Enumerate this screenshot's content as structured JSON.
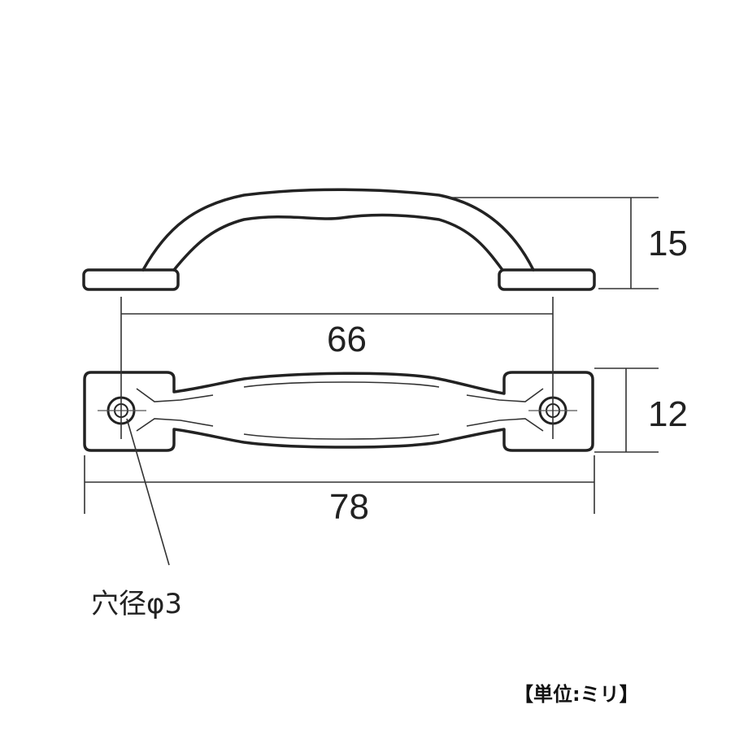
{
  "dimensions": {
    "height_side": "15",
    "hole_pitch": "66",
    "width_top": "12",
    "overall_length": "78"
  },
  "hole_callout": "穴径φ3",
  "unit_note": "【単位:ミリ】"
}
